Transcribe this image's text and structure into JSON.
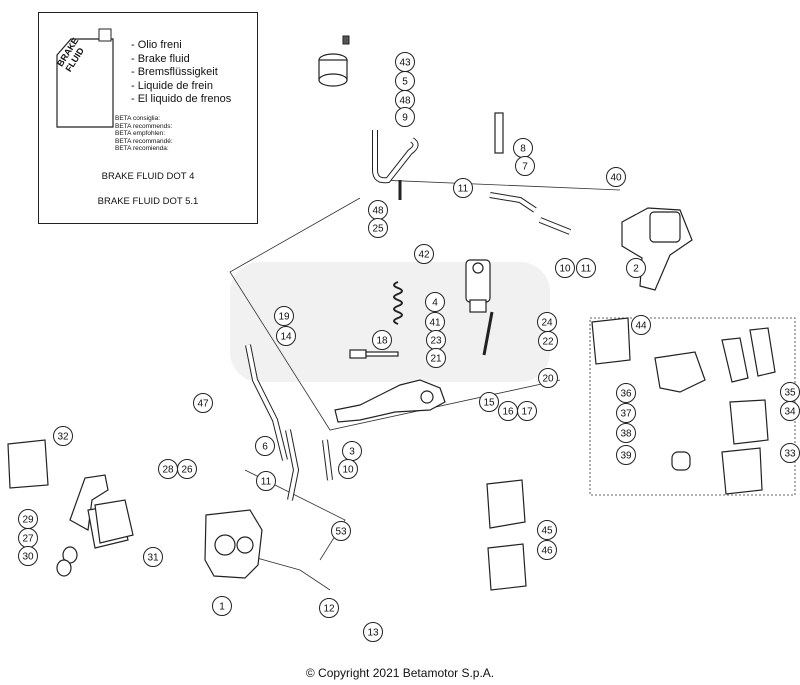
{
  "fluid_box": {
    "bottle_label": "BRAKE FLUID",
    "names": [
      "- Olio freni",
      "- Brake fluid",
      "- Bremsflüssigkeit",
      "- Liquide de frein",
      "- El liquido de frenos"
    ],
    "recommendations": [
      "BETA consiglia:",
      "BETA recommends:",
      "BETA empfohlen:",
      "BETA recommandé:",
      "BETA recomienda:"
    ],
    "spec_1": "BRAKE FLUID DOT 4",
    "spec_2": "BRAKE FLUID DOT 5.1"
  },
  "callouts": [
    "43",
    "5",
    "48",
    "9",
    "8",
    "7",
    "11",
    "40",
    "48",
    "25",
    "42",
    "10",
    "11",
    "2",
    "4",
    "24",
    "41",
    "19",
    "14",
    "18",
    "23",
    "22",
    "21",
    "20",
    "44",
    "36",
    "35",
    "37",
    "34",
    "38",
    "33",
    "39",
    "47",
    "15",
    "16",
    "17",
    "3",
    "32",
    "28",
    "26",
    "6",
    "10",
    "11",
    "53",
    "29",
    "27",
    "30",
    "31",
    "45",
    "46",
    "1",
    "12",
    "13"
  ],
  "copyright": "© Copyright 2021 Betamotor S.p.A."
}
